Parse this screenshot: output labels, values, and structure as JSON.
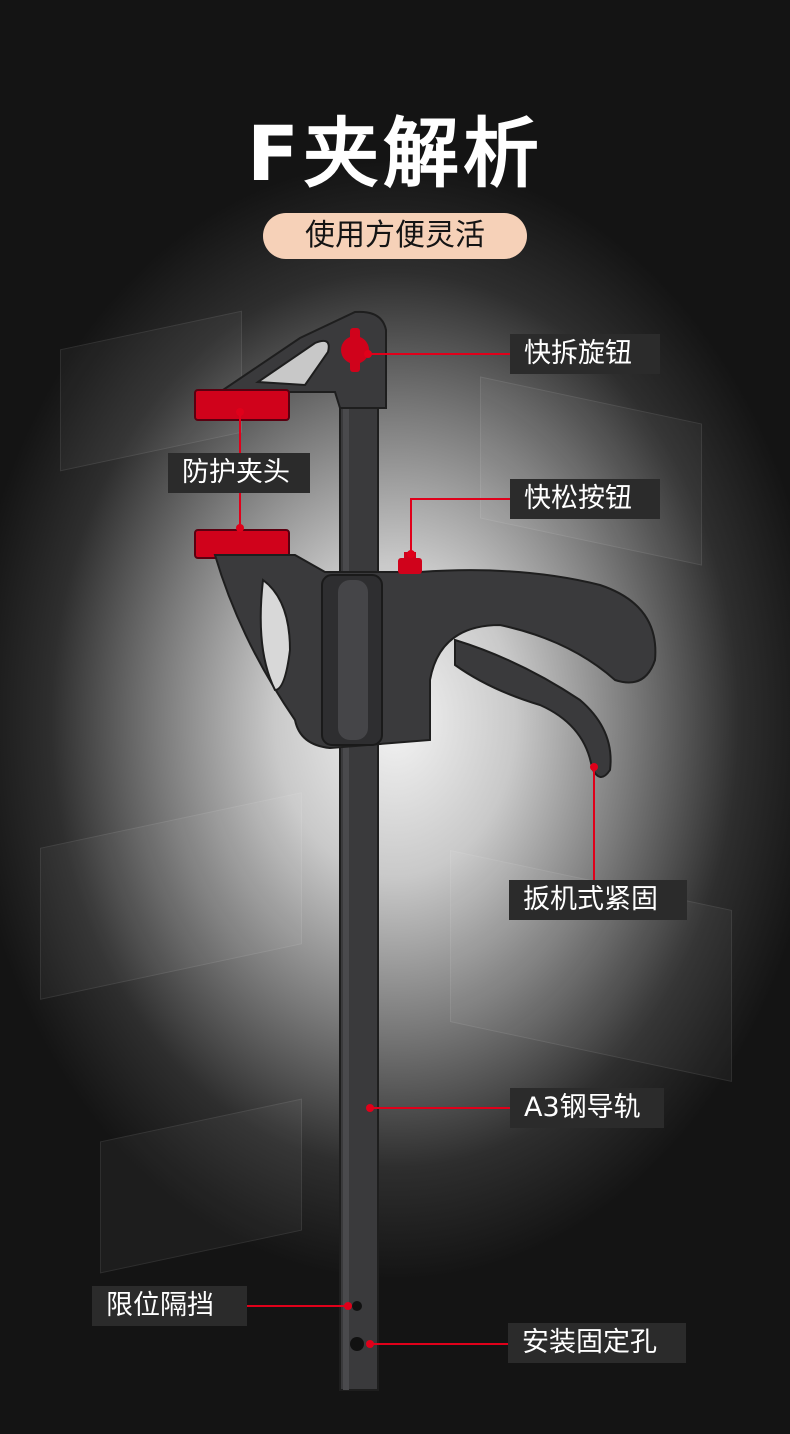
{
  "header": {
    "title": "F夹解析",
    "subtitle": "使用方便灵活"
  },
  "callouts": {
    "quick_release_knob": "快拆旋钮",
    "protective_jaw": "防护夹头",
    "quick_release_button": "快松按钮",
    "trigger_clamp": "扳机式紧固",
    "steel_rail": "A3钢导轨",
    "limit_stop": "限位隔挡",
    "mount_hole": "安装固定孔"
  },
  "colors": {
    "accent": "#e0001a",
    "pill": "#f6d1b8",
    "label_bg": "#2b2b2b",
    "tool_body": "#3a3a3c"
  }
}
